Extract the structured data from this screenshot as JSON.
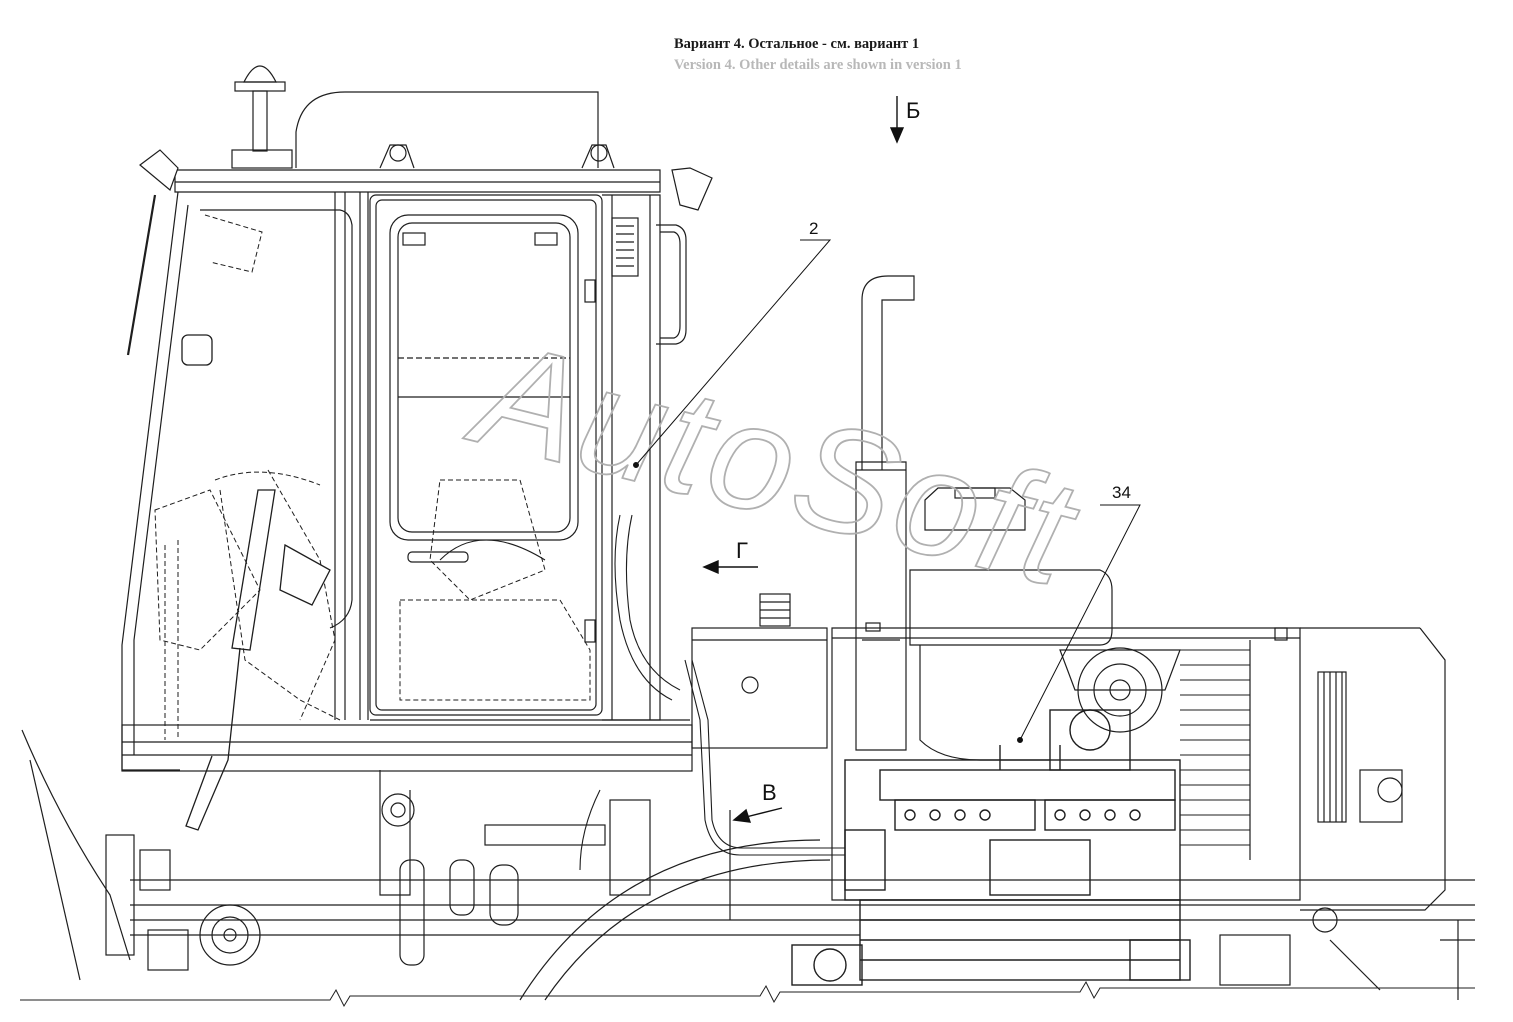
{
  "caption": {
    "ru": "Вариант 4. Остальное - см. вариант 1",
    "en": "Version 4. Other details are shown in version 1"
  },
  "view_labels": {
    "b": "Б",
    "g": "Г",
    "v": "В"
  },
  "callouts": [
    "2",
    "34"
  ],
  "watermark": "AutoSoft"
}
